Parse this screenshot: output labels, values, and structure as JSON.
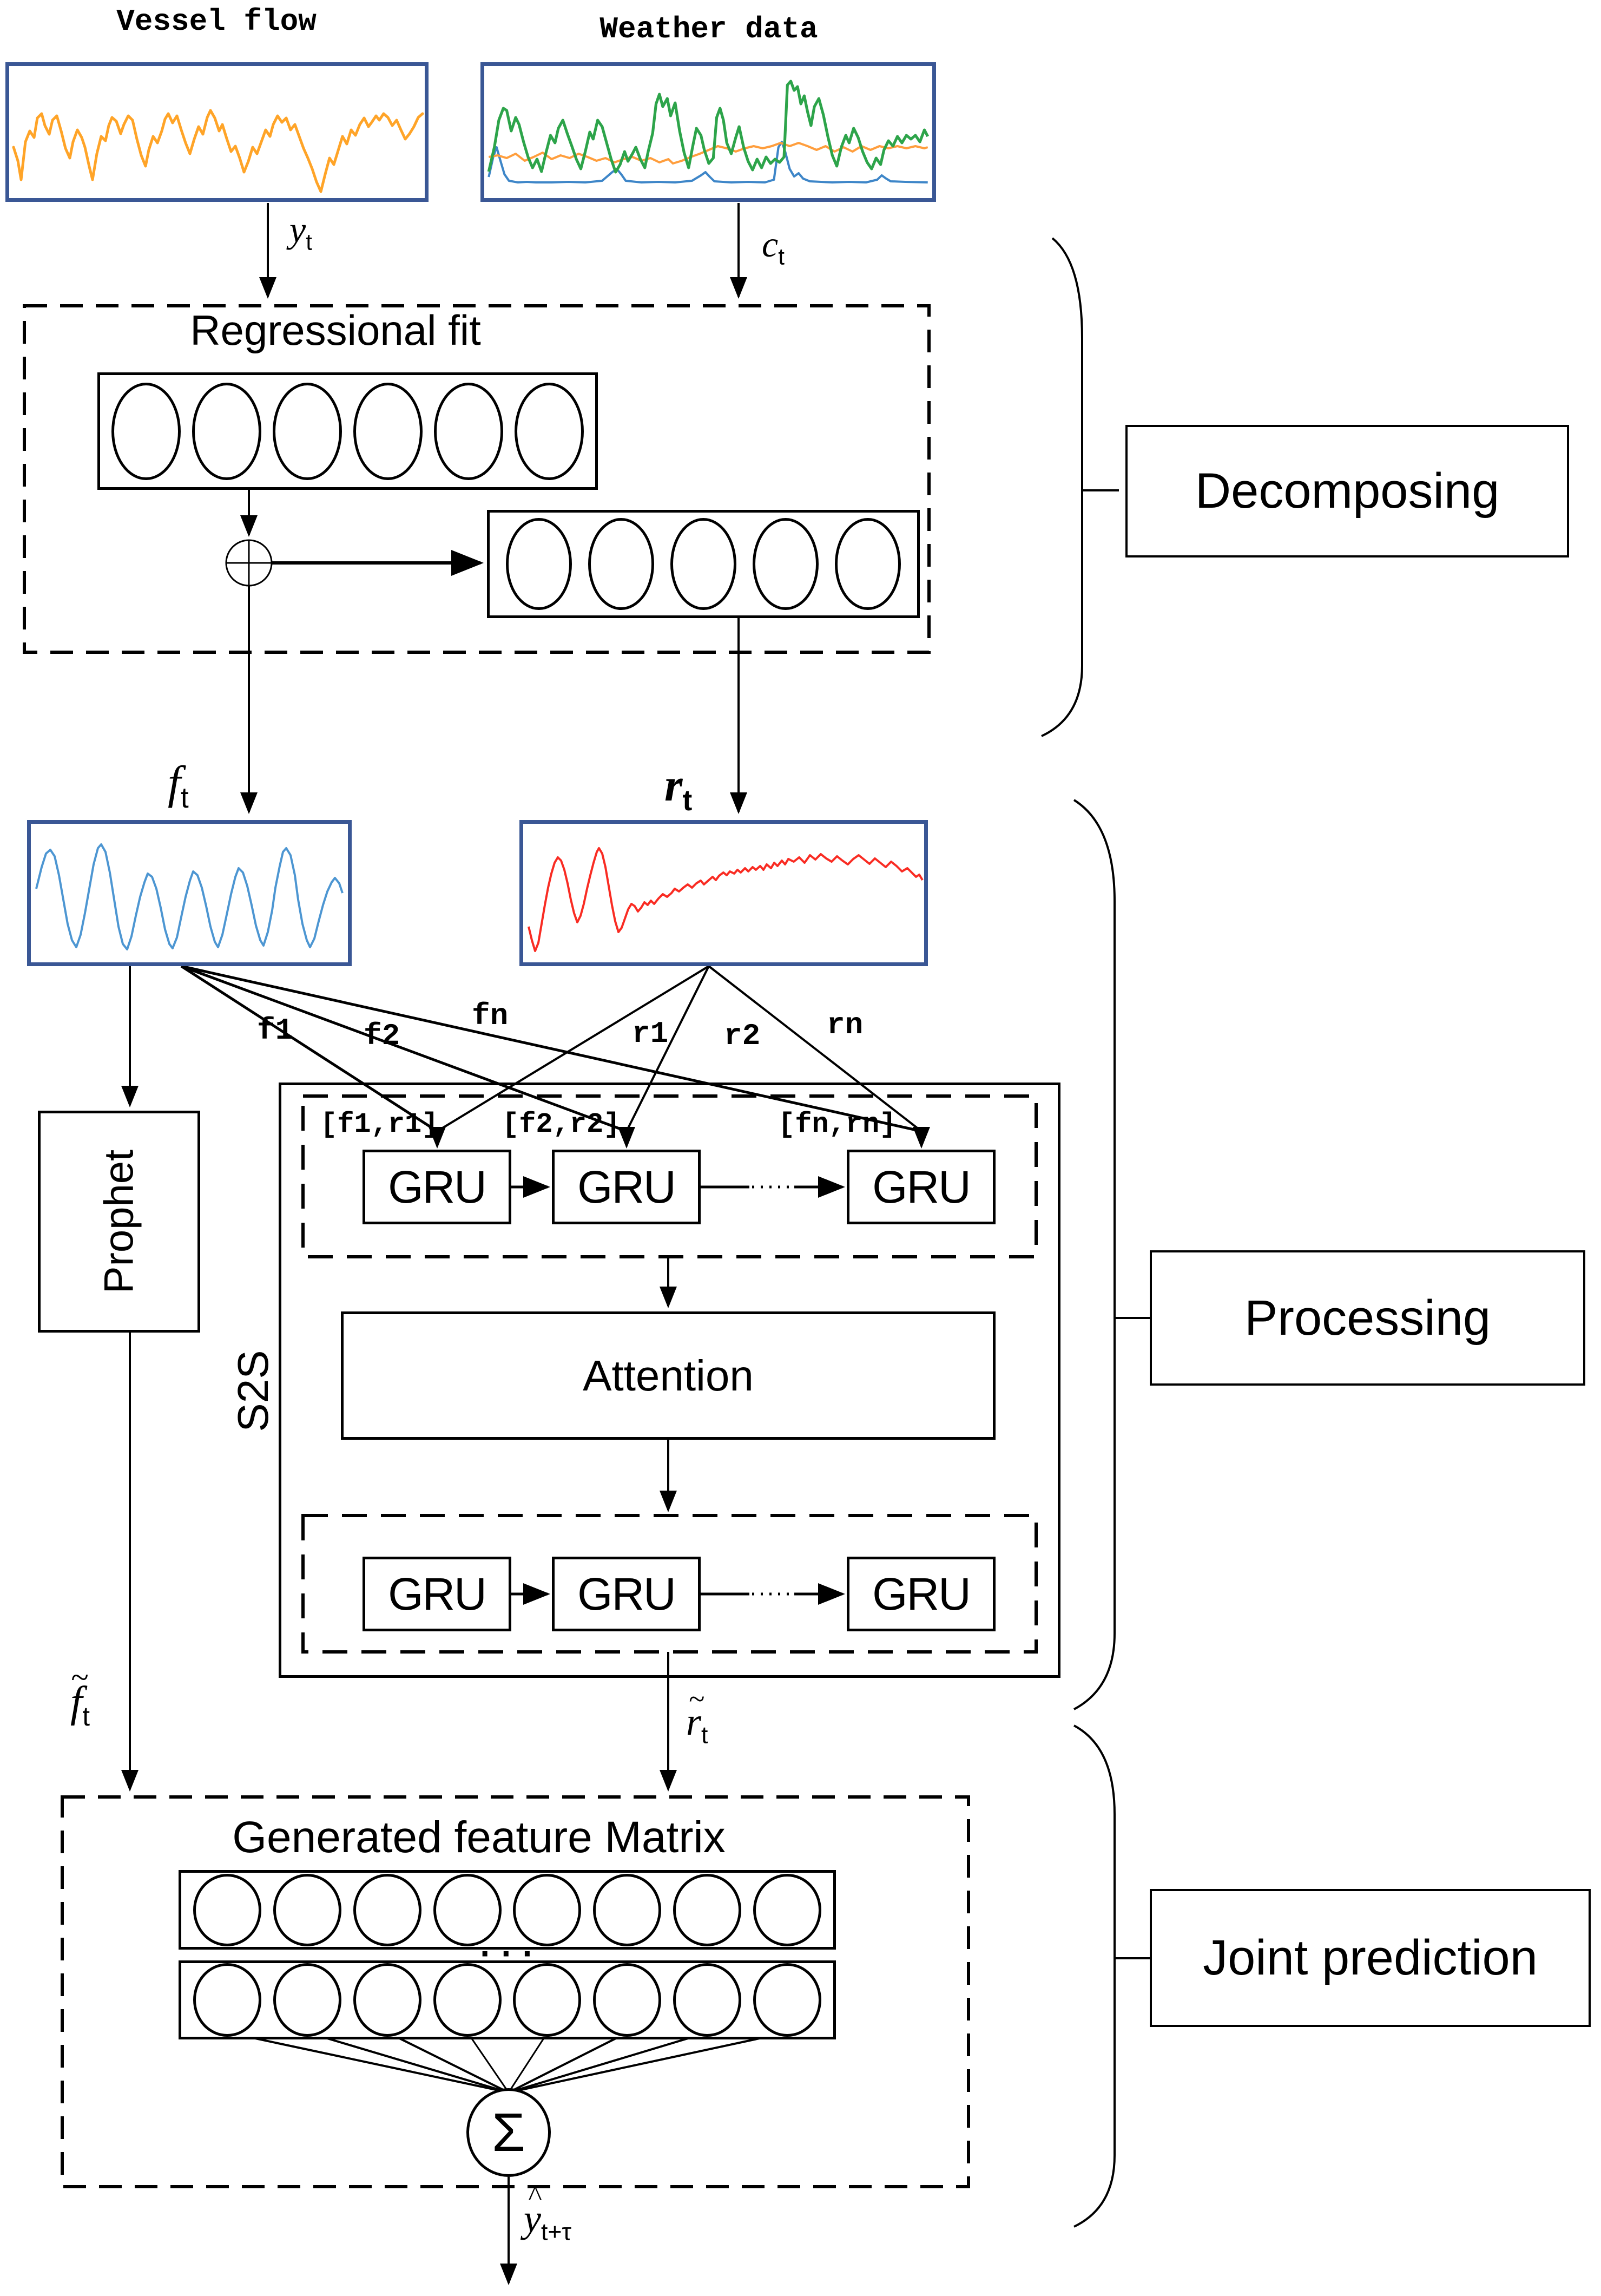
{
  "colors": {
    "plot_border": "#3A5795",
    "vessel_line": "#FFA428",
    "weather_green": "#2DA44A",
    "weather_orange": "#FF9E3D",
    "weather_blue": "#3E86C8",
    "ft_line": "#4D96D2",
    "rt_line": "#F92C23",
    "line_black": "#000000"
  },
  "inputs": {
    "vessel_title": "Vessel flow",
    "weather_title": "Weather data"
  },
  "math_labels": {
    "yt": {
      "base": "y",
      "sub": "t"
    },
    "ct": {
      "base": "c",
      "sub": "t"
    },
    "ft": {
      "base": "f",
      "sub": "t"
    },
    "rt": {
      "base": "r",
      "sub": "t"
    },
    "ft_pred": {
      "accent": "~",
      "base": "f",
      "sub": "t"
    },
    "rt_pred": {
      "accent": "~",
      "base": "r",
      "sub": "t"
    },
    "yt_pred": {
      "accent": "^",
      "base": "y",
      "sub": "t+τ"
    }
  },
  "decomposing": {
    "title": "Regressional fit",
    "row1_count": 6,
    "row2_count": 5,
    "plus_sign": "+",
    "section_label": "Decomposing"
  },
  "processing": {
    "section_label": "Processing",
    "s2s_label": "S2S",
    "prophet_label": "Prophet",
    "attention_label": "Attention",
    "gru_label": "GRU",
    "feature_labels": [
      "f1",
      "f2",
      "fn",
      "r1",
      "r2",
      "rn"
    ],
    "encoder_inputs": [
      "[f1,r1]",
      "[f2,r2]",
      "[fn,rn]"
    ]
  },
  "joint": {
    "title": "Generated feature Matrix",
    "rowA_count": 8,
    "rowB_count": 8,
    "dots": "· · ·",
    "sum_symbol": "Σ",
    "section_label": "Joint prediction"
  }
}
